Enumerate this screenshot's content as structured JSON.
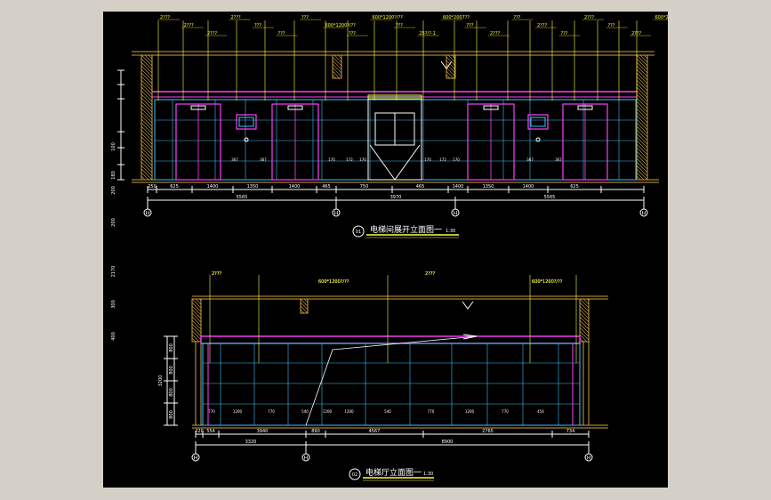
{
  "colors": {
    "background": "#d4d0c8",
    "sheet": "#000000",
    "wall": "#c8a040",
    "magenta": "#ff40ff",
    "cyan": "#40c0ff",
    "yellow": "#ffff40",
    "white": "#ffffff",
    "green": "#40ff40",
    "red": "#ff4040"
  },
  "elevation1": {
    "title": "电梯间展开立面图一",
    "scale": "1:30",
    "section_mark": "01",
    "top_notes": [
      "2???",
      "2???",
      "2???",
      "2???",
      "???",
      "???",
      "???",
      "600*1200?/??",
      "???",
      "600*1200?/??",
      "???",
      "25?/?-1",
      "600*2007??",
      "???",
      "2???",
      "???",
      "2???",
      "???",
      "2???",
      "???",
      "2???",
      "600*2007??"
    ],
    "dims_top": [
      "250",
      "625",
      "1400",
      "1350",
      "1400",
      "465",
      "750",
      "465",
      "1400",
      "1350",
      "1400",
      "625"
    ],
    "dims_total": [
      "5565",
      "3970",
      "5565"
    ],
    "height_dims": [
      "100",
      "180",
      "200",
      "2170",
      "300",
      "400",
      "200"
    ],
    "grid_labels": [
      "H",
      "H",
      "H",
      "H"
    ],
    "door_labels": [
      "367",
      "367",
      "170",
      "172",
      "170",
      "170",
      "172",
      "170",
      "367",
      "367"
    ]
  },
  "elevation2": {
    "title": "电梯厅立面图一",
    "scale": "1:30",
    "section_mark": "02",
    "top_notes": [
      "2???",
      "600*1200?/??",
      "2???",
      "600*1200?/??",
      "2???",
      "600*1200?/??",
      "2???",
      "600*1200?/??"
    ],
    "dims_top": [
      "220",
      "554",
      "3940",
      "890",
      "4567",
      "2765",
      "734"
    ],
    "dims_total": [
      "3320",
      "8900"
    ],
    "panel_dims": [
      "770",
      "1200",
      "770",
      "540",
      "1200",
      "1200",
      "540",
      "770",
      "1200",
      "770",
      "454"
    ],
    "height_dims": [
      "800",
      "800",
      "800",
      "800"
    ],
    "height_total": "3200",
    "grid_labels": [
      "H",
      "H",
      "H"
    ]
  }
}
